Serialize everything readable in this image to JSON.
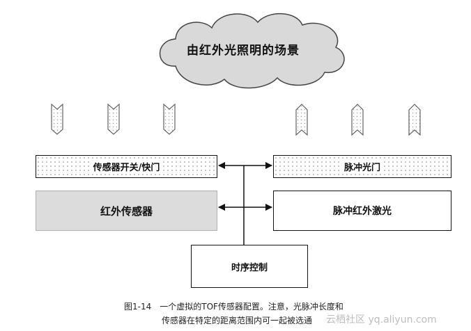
{
  "scene": {
    "title": "由红外光照明的场景"
  },
  "boxes": {
    "sensor_shutter": "传感器开关/快门",
    "pulse_gate": "脉冲光门",
    "ir_sensor": "红外传感器",
    "pulsed_ir_laser": "脉冲红外激光",
    "timing_control": "时序控制"
  },
  "caption": {
    "line1": "图1-14　一个虚拟的TOF传感器配置。注意，光脉冲长度和",
    "line2": "传感器在特定的距离范围内可一起被选通"
  },
  "watermark": "云栖社区 yq.aliyun.com"
}
